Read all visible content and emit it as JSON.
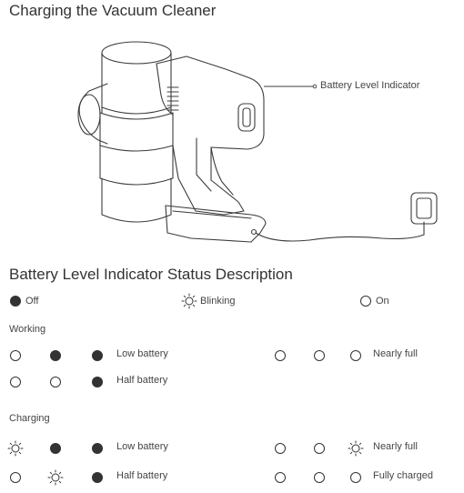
{
  "title": "Charging the Vacuum Cleaner",
  "diagram": {
    "indicator_label": "Battery Level Indicator"
  },
  "status_section": {
    "title": "Battery Level Indicator Status Description",
    "legend": [
      {
        "state": "off",
        "label": "Off"
      },
      {
        "state": "blinking",
        "label": "Blinking"
      },
      {
        "state": "on",
        "label": "On"
      }
    ]
  },
  "working": {
    "label": "Working",
    "rows": [
      {
        "left": {
          "leds": [
            "on",
            "off",
            "off"
          ],
          "label": "Low battery"
        },
        "right": {
          "leds": [
            "on",
            "on",
            "on"
          ],
          "label": "Nearly full"
        }
      },
      {
        "left": {
          "leds": [
            "on",
            "on",
            "off"
          ],
          "label": "Half battery"
        }
      }
    ]
  },
  "charging": {
    "label": "Charging",
    "rows": [
      {
        "left": {
          "leds": [
            "blinking",
            "off",
            "off"
          ],
          "label": "Low battery"
        },
        "right": {
          "leds": [
            "on",
            "on",
            "blinking"
          ],
          "label": "Nearly full"
        }
      },
      {
        "left": {
          "leds": [
            "on",
            "blinking",
            "off"
          ],
          "label": "Half battery"
        },
        "right": {
          "leds": [
            "on",
            "on",
            "on"
          ],
          "label": "Fully charged"
        }
      }
    ]
  }
}
